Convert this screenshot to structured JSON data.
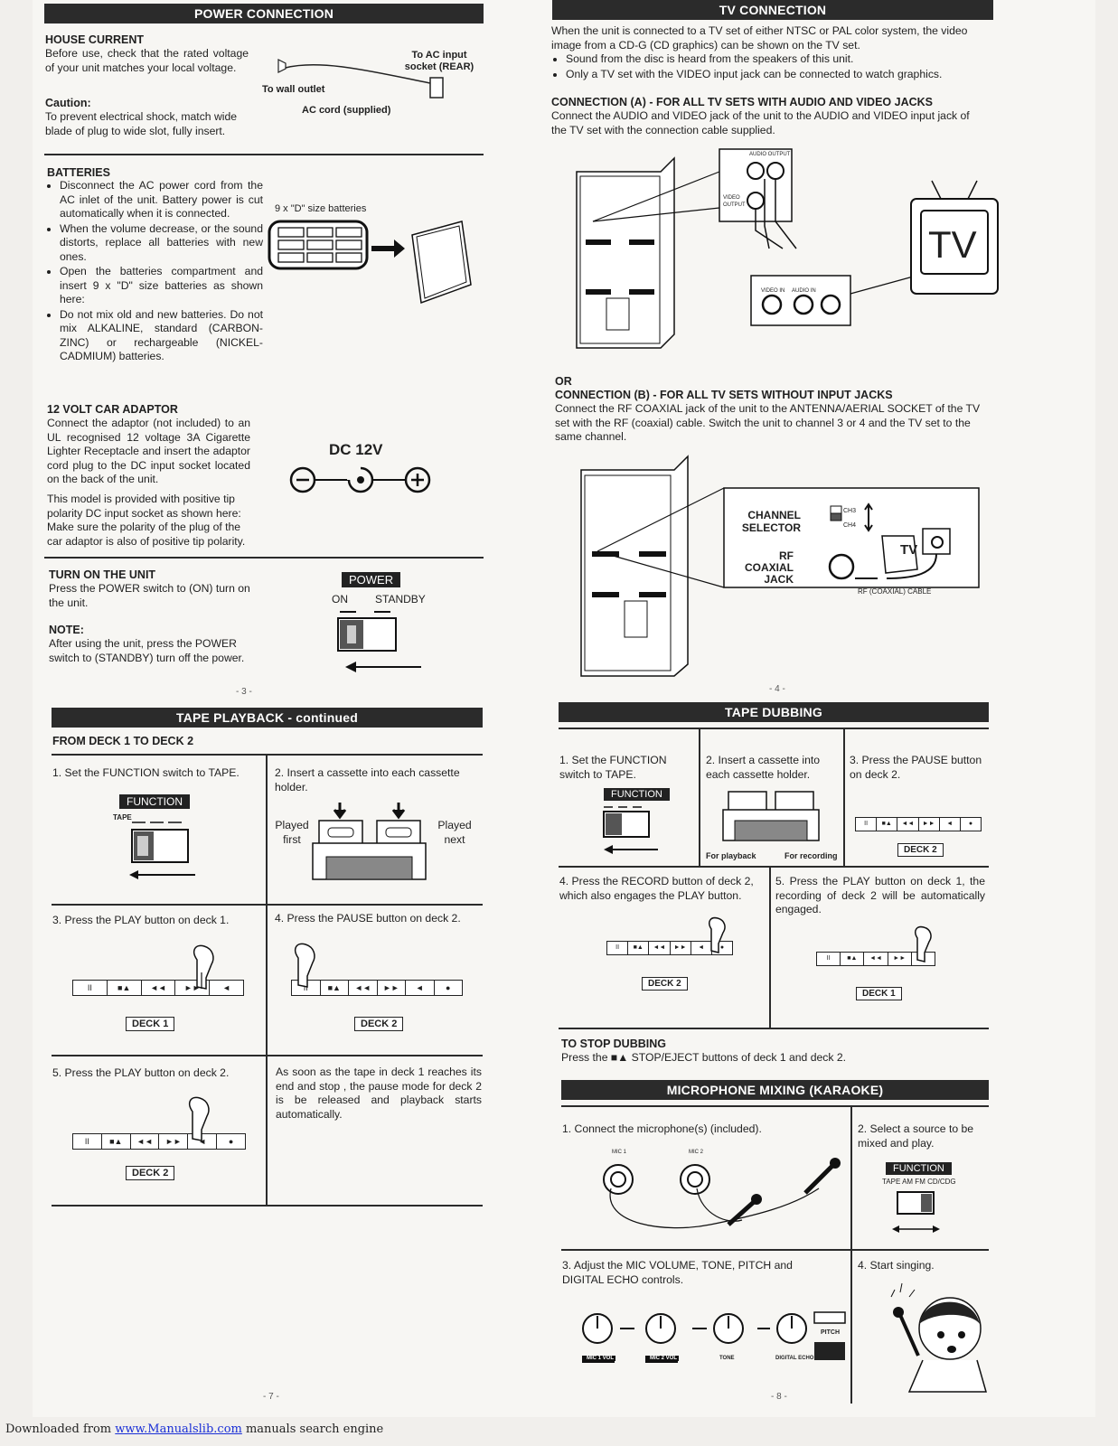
{
  "power_connection": {
    "title": "POWER CONNECTION",
    "house_current_heading": "HOUSE CURRENT",
    "house_current_text": "Before use, check that the rated voltage of your unit matches your local voltage.",
    "caution_heading": "Caution:",
    "caution_text": "To prevent electrical shock, match wide blade of plug to wide slot, fully insert.",
    "fig_to_ac_input": "To AC input socket (REAR)",
    "fig_to_wall_outlet": "To wall outlet",
    "fig_ac_cord": "AC cord (supplied)",
    "batteries_heading": "BATTERIES",
    "batteries_items": [
      "Disconnect the AC power cord from the AC inlet of the unit. Battery power is cut automatically when it is connected.",
      "When the volume decrease, or the sound distorts, replace all batteries with new ones.",
      "Open the batteries compartment and insert 9 x \"D\" size batteries as shown here:",
      "Do not mix old and new batteries. Do not mix ALKALINE, standard (CARBON-ZINC) or rechargeable (NICKEL-CADMIUM) batteries."
    ],
    "fig_batteries": "9 x \"D\" size batteries",
    "car_adaptor_heading": "12 VOLT CAR ADAPTOR",
    "car_adaptor_text": "Connect the adaptor (not included) to an UL recognised 12 voltage 3A Cigarette Lighter Receptacle and insert the adaptor cord plug to the DC input socket located on the back of the unit.",
    "car_adaptor_text2": "This model is provided with positive tip polarity DC input socket as shown here: Make sure the polarity of the plug of the car adaptor is also of positive tip polarity.",
    "fig_dc": "DC 12V",
    "turn_on_heading": "TURN ON THE UNIT",
    "turn_on_text": "Press the POWER switch to (ON) turn on the unit.",
    "note_heading": "NOTE:",
    "note_text": "After using the unit, press the POWER switch to (STANDBY) turn off the power.",
    "fig_power": "POWER",
    "fig_on": "ON",
    "fig_standby": "STANDBY",
    "page_number": "- 3 -"
  },
  "tv_connection": {
    "title": "TV CONNECTION",
    "intro": "When the unit is connected to a TV set of either NTSC or PAL color system, the video image from a CD-G (CD graphics) can be shown on the TV set.",
    "intro_items": [
      "Sound from the disc is heard from the speakers of this unit.",
      "Only a TV set with the VIDEO input jack can be connected to watch graphics."
    ],
    "conn_a_heading": "CONNECTION (A) - FOR ALL TV SETS WITH AUDIO AND VIDEO JACKS",
    "conn_a_text": "Connect the AUDIO and VIDEO jack of the unit to the AUDIO and VIDEO input jack of the TV set with the connection cable supplied.",
    "fig_audio_output": "AUDIO OUTPUT",
    "fig_video_output": "VIDEO OUTPUT",
    "fig_video_in": "VIDEO IN",
    "fig_audio_in": "AUDIO IN",
    "fig_tv": "TV",
    "or": "OR",
    "conn_b_heading": "CONNECTION (B) - FOR ALL TV SETS WITHOUT INPUT JACKS",
    "conn_b_text": "Connect the RF COAXIAL jack of the unit to the ANTENNA/AERIAL SOCKET of the TV set with the RF (coaxial) cable. Switch the unit to channel 3 or 4 and the TV set to the same channel.",
    "fig_channel_selector": "CHANNEL SELECTOR",
    "fig_ch3": "CH3",
    "fig_ch4": "CH4",
    "fig_rf_coaxial_jack": "RF COAXIAL JACK",
    "fig_rf_cable": "RF (COAXIAL) CABLE",
    "page_number": "- 4 -"
  },
  "tape_playback": {
    "title": "TAPE PLAYBACK - continued",
    "subheading": "FROM DECK 1 TO DECK 2",
    "step1": "1. Set the FUNCTION switch to TAPE.",
    "step2": "2. Insert a cassette into each cassette holder.",
    "step3": "3. Press the PLAY button on deck 1.",
    "step4": "4. Press the PAUSE button on deck 2.",
    "step5": "5. Press the PLAY button on deck 2.",
    "auto_text": "As soon as the tape in deck 1 reaches its end and stop , the pause mode for deck 2 is be released and playback starts automatically.",
    "fig_function": "FUNCTION",
    "fig_tape": "TAPE",
    "fig_played_first": "Played first",
    "fig_played_next": "Played next",
    "deck1": "DECK 1",
    "deck2": "DECK 2",
    "page_number": "- 7 -"
  },
  "tape_dubbing": {
    "title": "TAPE DUBBING",
    "step1": "1. Set the FUNCTION switch to TAPE.",
    "step2": "2. Insert a cassette into each cassette holder.",
    "step3": "3. Press the PAUSE button on deck 2.",
    "step4": "4. Press the RECORD button of deck 2, which also engages the PLAY button.",
    "step5": "5. Press the PLAY button on deck 1, the recording of deck 2 will be automatically engaged.",
    "fig_for_playback": "For playback",
    "fig_for_recording": "For recording",
    "stop_heading": "TO STOP DUBBING",
    "stop_text": "Press the ■▲ STOP/EJECT buttons of deck 1 and deck 2.",
    "deck1": "DECK 1",
    "deck2": "DECK 2"
  },
  "karaoke": {
    "title": "MICROPHONE MIXING (KARAOKE)",
    "step1": "1. Connect the microphone(s) (included).",
    "step2": "2. Select a source to be mixed and play.",
    "step3": "3. Adjust the MIC VOLUME, TONE, PITCH and DIGITAL ECHO controls.",
    "step4": "4. Start singing.",
    "fig_mic1": "MIC 1",
    "fig_mic2": "MIC 2",
    "fig_function": "FUNCTION",
    "fig_sources": "TAPE AM FM CD/CDG",
    "knobs": [
      "MIC 1 VOL",
      "MIC 2 VOL",
      "TONE",
      "DIGITAL ECHO"
    ],
    "fig_pitch": "PITCH",
    "page_number": "- 8 -"
  },
  "deck_buttons": [
    "II",
    "■▲",
    "◄◄",
    "►►",
    "◄",
    "●"
  ],
  "footer": {
    "prefix": "Downloaded from",
    "link": "www.Manualslib.com",
    "suffix": " manuals search engine"
  }
}
